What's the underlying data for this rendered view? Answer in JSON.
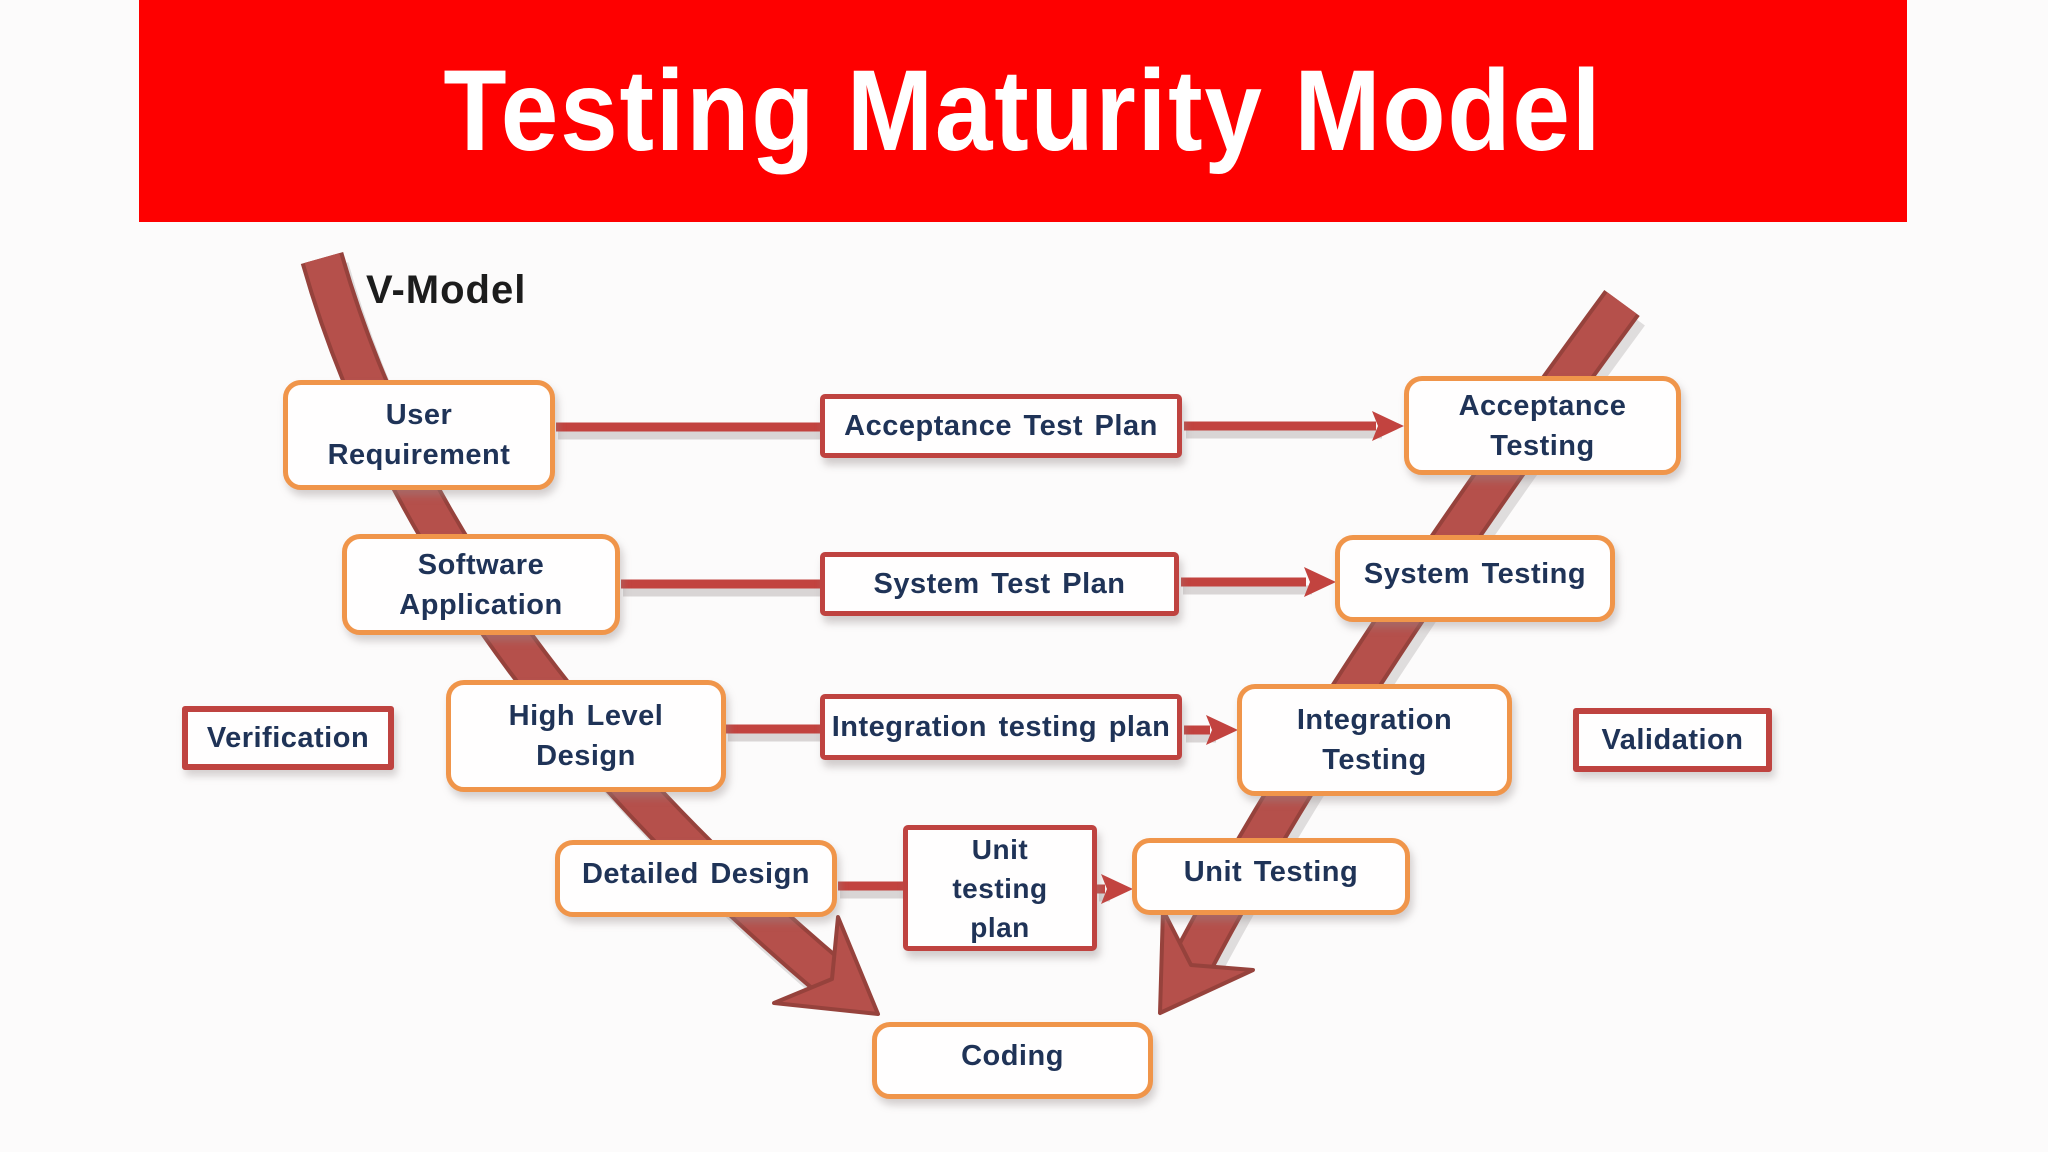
{
  "banner": {
    "title": "Testing Maturity Model"
  },
  "diagram": {
    "label": "V-Model",
    "nodes": {
      "user_requirement": {
        "lines": [
          "User",
          "Requirement"
        ]
      },
      "acceptance_test_plan": {
        "lines": [
          "Acceptance Test Plan"
        ]
      },
      "acceptance_testing": {
        "lines": [
          "Acceptance",
          "Testing"
        ]
      },
      "software_application": {
        "lines": [
          "Software",
          "Application"
        ]
      },
      "system_test_plan": {
        "lines": [
          "System Test Plan"
        ]
      },
      "system_testing": {
        "lines": [
          "System Testing"
        ]
      },
      "verification": {
        "lines": [
          "Verification"
        ]
      },
      "high_level_design": {
        "lines": [
          "High Level",
          "Design"
        ]
      },
      "integration_testing_plan": {
        "lines": [
          "Integration testing plan"
        ]
      },
      "integration_testing": {
        "lines": [
          "Integration",
          "Testing"
        ]
      },
      "validation": {
        "lines": [
          "Validation"
        ]
      },
      "detailed_design": {
        "lines": [
          "Detailed Design"
        ]
      },
      "unit_testing_plan": {
        "lines": [
          "Unit",
          "testing",
          "plan"
        ]
      },
      "unit_testing": {
        "lines": [
          "Unit Testing"
        ]
      },
      "coding": {
        "lines": [
          "Coding"
        ]
      }
    },
    "colors": {
      "page_bg": "#fcfbfb",
      "banner_bg": "#fe0000",
      "banner_text": "#ffffff",
      "box_bg": "#fffefe",
      "box_text": "#1f3357",
      "label_text": "#1c1c1c",
      "phase_border": "#f0954a",
      "plan_border": "#bf4340",
      "connector": "#c2433f",
      "band_fill": "#b5504b",
      "band_edge": "#96423c"
    }
  }
}
